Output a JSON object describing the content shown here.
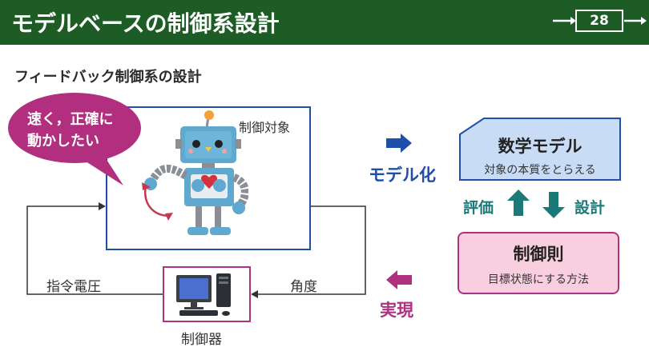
{
  "header": {
    "title": "モデルベースの制御系設計",
    "page_number": "28"
  },
  "subtitle": "フィードバック制御系の設計",
  "plant": {
    "label": "制御対象",
    "speech": "速く，正確に\n動かしたい"
  },
  "controller": {
    "label": "制御器"
  },
  "signals": {
    "input": "指令電圧",
    "output": "角度"
  },
  "model": {
    "title": "数学モデル",
    "caption": "対象の本質をとらえる"
  },
  "law": {
    "title": "制御則",
    "caption": "目標状態にする方法"
  },
  "steps": {
    "modelize": "モデル化",
    "evaluate": "評価",
    "design": "設計",
    "realize": "実現"
  },
  "colors": {
    "header_bg": "#1e5c25",
    "blue": "#1f4fa8",
    "teal": "#1b7a78",
    "magenta": "#b03080",
    "model_fill": "#c9dcf6",
    "law_fill": "#f9cfe0",
    "bubble_fill": "#b12f7e"
  }
}
